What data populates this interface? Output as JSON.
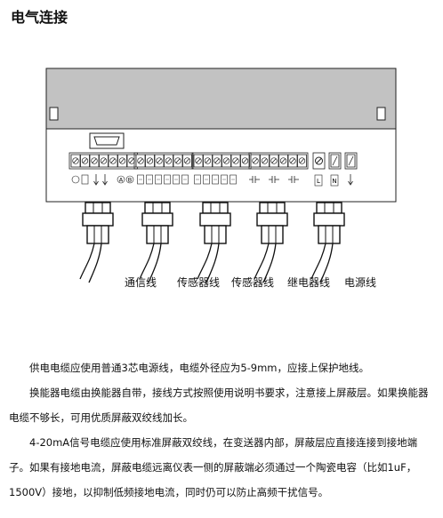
{
  "title": "电气连接",
  "diagram": {
    "terminal_markers": [
      "A",
      "B",
      "L",
      "N"
    ],
    "cable_labels": [
      "通信线",
      "传感器线",
      "传感器线",
      "继电器线",
      "电源线"
    ]
  },
  "paragraphs": [
    "供电电缆应使用普通3芯电源线，电缆外径应为5-9mm，应接上保护地线。",
    "换能器电缆由换能器自带，接线方式按照使用说明书要求，注意接上屏蔽层。如果换能器电缆不够长，可用优质屏蔽双绞线加长。",
    "4-20mA信号电缆应使用标准屏蔽双绞线，在变送器内部，屏蔽层应直接连接到接地端子。如果有接地电流，屏蔽电缆远离仪表一侧的屏蔽端必须通过一个陶瓷电容（比如1uF，1500V）接地，以抑制低频接地电流，同时仍可以防止高频干扰信号。"
  ]
}
